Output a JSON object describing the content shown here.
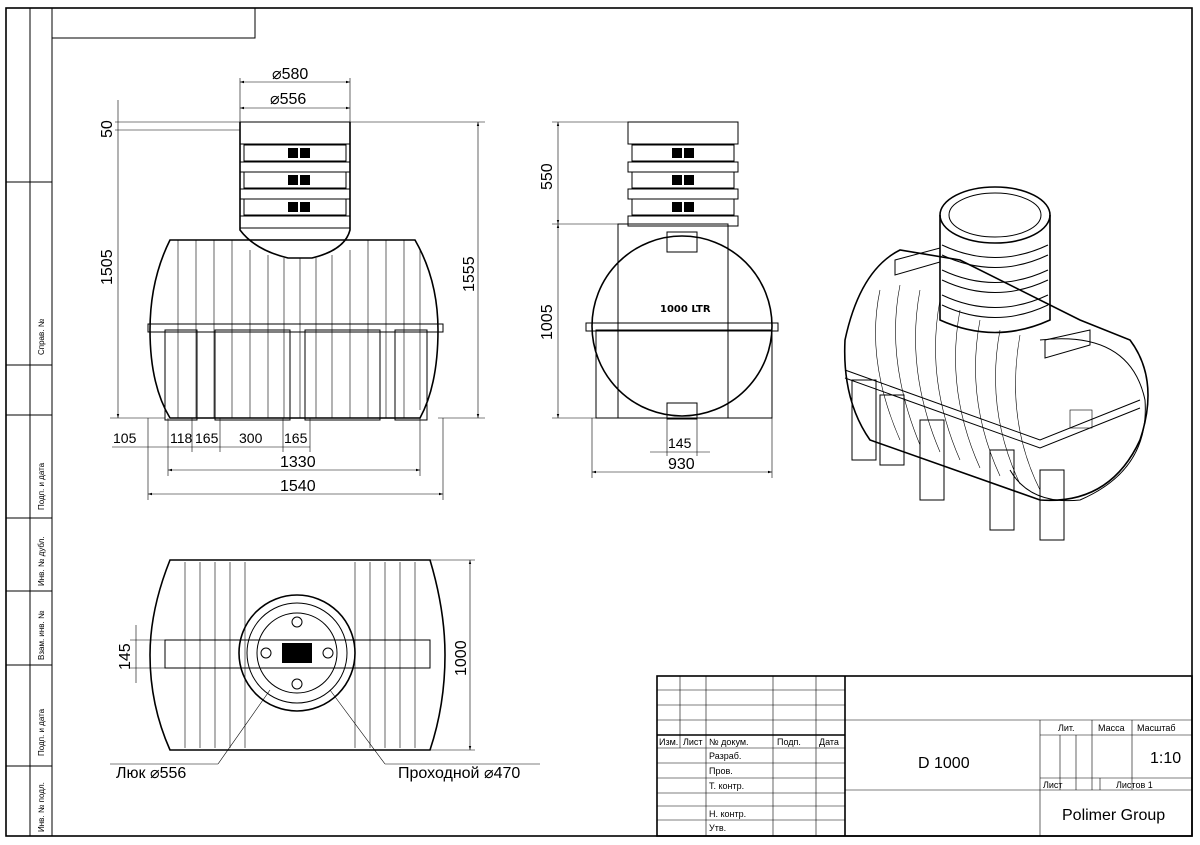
{
  "drawing": {
    "side_stamps": [
      "Справ. №",
      "Подп. и дата",
      "Инв. № дубл.",
      "Взам. инв. №",
      "Подп. и дата",
      "Инв. № подл."
    ],
    "front_view": {
      "d_outer": "⌀580",
      "d_inner": "⌀556",
      "h_top": "50",
      "h_body": "1505",
      "h_total": "1555",
      "w_105": "105",
      "w_118": "118",
      "w_165a": "165",
      "w_300": "300",
      "w_165b": "165",
      "w_1330": "1330",
      "w_1540": "1540"
    },
    "side_view": {
      "h_550": "550",
      "h_1005": "1005",
      "label": "1000 LTR",
      "w_145": "145",
      "w_930": "930"
    },
    "top_view": {
      "h_145": "145",
      "h_1000": "1000",
      "hatch_label": "Люк ⌀556",
      "passage_label": "Проходной ⌀470"
    }
  },
  "title_block": {
    "cols": [
      "Изм.",
      "Лист",
      "№ докум.",
      "Подп.",
      "Дата"
    ],
    "rows": [
      "Разраб.",
      "Пров.",
      "Т. контр.",
      "Н. контр.",
      "Утв."
    ],
    "designation": "D 1000",
    "lit_label": "Лит.",
    "mass_label": "Масса",
    "scale_label": "Масштаб",
    "scale_value": "1:10",
    "sheet_label": "Лист",
    "sheets_label": "Листов 1",
    "company": "Polimer Group"
  }
}
